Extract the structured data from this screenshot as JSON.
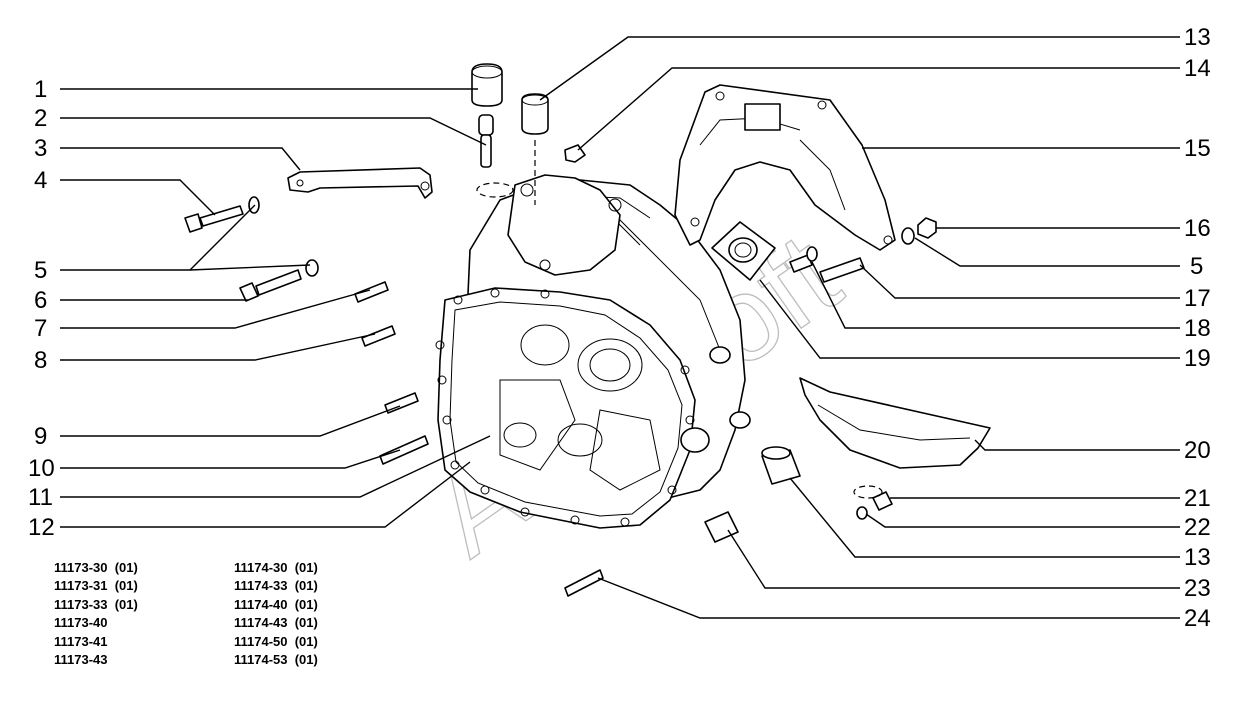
{
  "diagram": {
    "watermark": "AutoSoft",
    "callouts_left": [
      "1",
      "2",
      "3",
      "4",
      "5",
      "6",
      "7",
      "8",
      "9",
      "10",
      "11",
      "12"
    ],
    "callouts_right": [
      "13",
      "14",
      "15",
      "16",
      "5",
      "17",
      "18",
      "19",
      "20",
      "21",
      "22",
      "13",
      "23",
      "24"
    ]
  },
  "model_codes": {
    "column1": [
      "11173-30  (01)",
      "11173-31  (01)",
      "11173-33  (01)",
      "11173-40",
      "11173-41",
      "11173-43"
    ],
    "column2": [
      "11174-30  (01)",
      "11174-33  (01)",
      "11174-40  (01)",
      "11174-43  (01)",
      "11174-50  (01)",
      "11174-53  (01)"
    ]
  }
}
